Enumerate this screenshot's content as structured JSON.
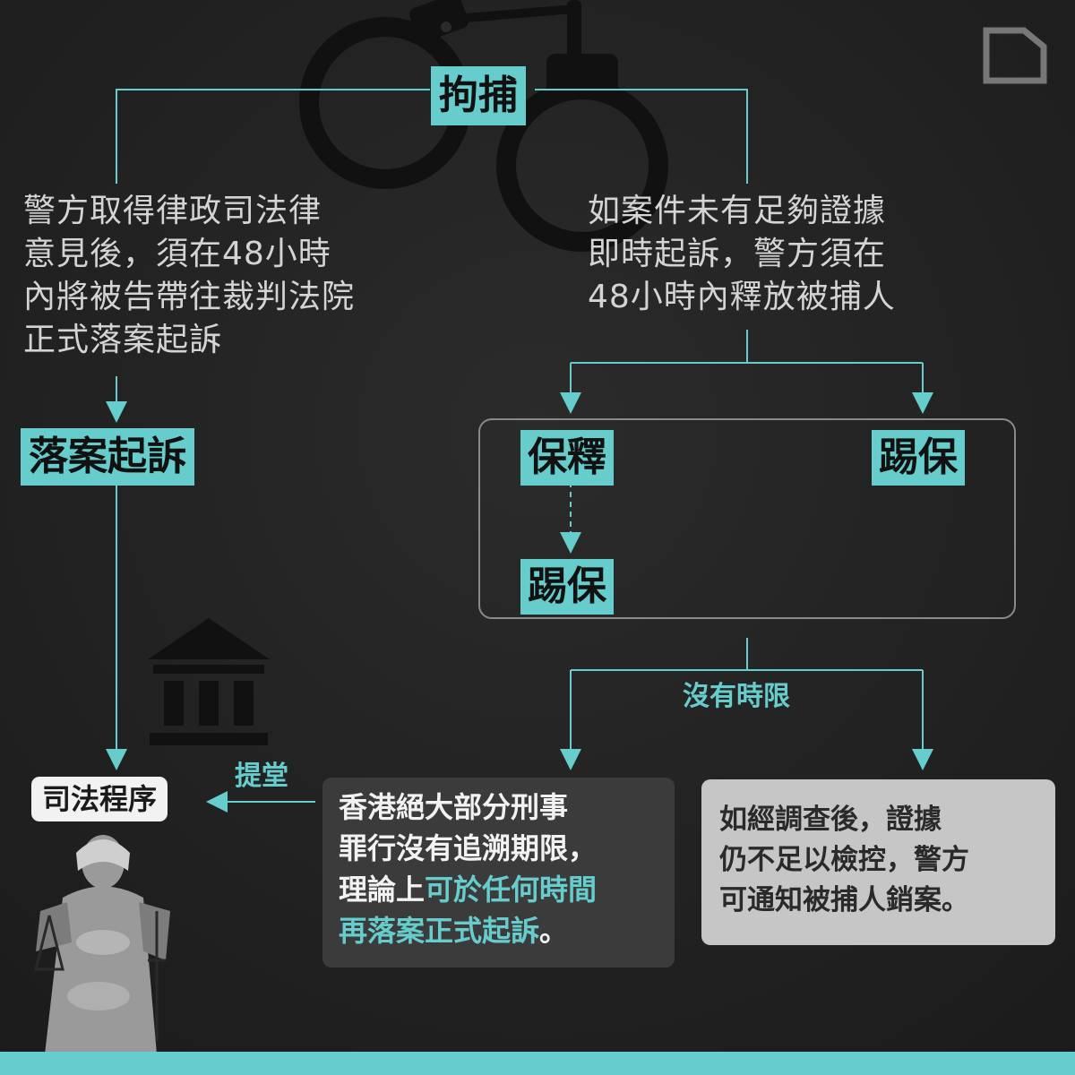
{
  "top": {
    "arrest": "拘捕"
  },
  "left": {
    "description_lines": [
      "警方取得律政司法律",
      "意見後，須在48小時",
      "內將被告帶往裁判法院",
      "正式落案起訴"
    ],
    "charge": "落案起訴"
  },
  "right": {
    "description_lines": [
      "如案件未有足夠證據",
      "即時起訴，警方須在",
      "48小時內釋放被捕人"
    ],
    "bail": "保釋",
    "police_bail_right": "踢保",
    "police_bail_after": "踢保",
    "no_time_limit": "沒有時限"
  },
  "judicial": {
    "label": "司法程序",
    "court_label": "提堂"
  },
  "note_dark": {
    "line1": "香港絕大部分刑事",
    "line2": "罪行沒有追溯期限，",
    "line3_plain": "理論上",
    "line3_highlight": "可於任何時間",
    "line4_highlight": "再落案正式起訴",
    "line4_end": "。"
  },
  "note_grey": {
    "lines": [
      "如經調查後，證據",
      "仍不足以檢控，警方",
      "可通知被捕人銷案。"
    ]
  },
  "colors": {
    "accent": "#66cccc",
    "background": "#222222",
    "dark_box": "#3b3b3b",
    "grey_box": "#c6c6c6"
  },
  "icons": [
    "handcuffs-icon",
    "court-building-icon",
    "justice-statue-icon",
    "brand-logo-icon"
  ]
}
